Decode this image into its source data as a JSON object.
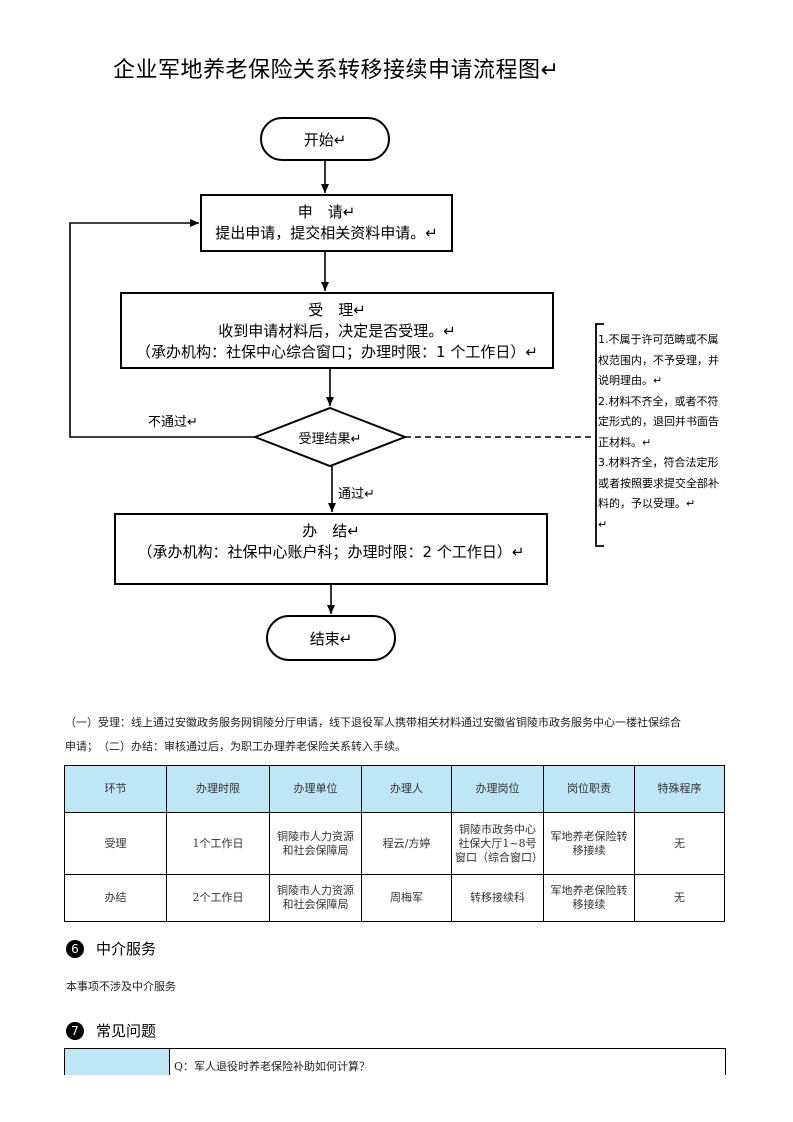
{
  "title": "企业军地养老保险关系转移接续申请流程图↵",
  "flow": {
    "start": "开始↵",
    "apply_title": "申　请↵",
    "apply_desc": "提出申请，提交相关资料申请。↵",
    "accept_title": "受　理↵",
    "accept_desc": "收到申请材料后，决定是否受理。↵",
    "accept_org": "（承办机构：社保中心综合窗口；办理时限：1 个工作日）↵",
    "decision": "受理结果↵",
    "fail_label": "不通过↵",
    "pass_label": "通过↵",
    "finish_title": "办　结↵",
    "finish_org": "（承办机构：社保中心账户科；办理时限：2 个工作日）↵",
    "end": "结束↵"
  },
  "side_note": [
    "1.不属于许可范畴或不属",
    "权范围内，不予受理，并",
    "说明理由。↵",
    "2.材料不齐全，或者不符",
    "定形式的，退回并书面告",
    "正材料。↵",
    "3.材料齐全，符合法定形",
    "或者按照要求提交全部补",
    "料的，予以受理。↵",
    "↵"
  ],
  "intro": [
    "（一）受理：线上通过安徽政务服务网铜陵分厅申请，线下退役军人携带相关材料通过安徽省铜陵市政务服务中心一楼社保综合",
    "申请；　（二）办结：审核通过后，为职工办理养老保险关系转入手续。"
  ],
  "process_table": {
    "headers": [
      "环节",
      "办理时限",
      "办理单位",
      "办理人",
      "办理岗位",
      "岗位职责",
      "特殊程序"
    ],
    "rows": [
      [
        "受理",
        "1个工作日",
        "铜陵市人力资源和社会保障局",
        "程云/方婷",
        "铜陵市政务中心社保大厅1~8号窗口（综合窗口）",
        "军地养老保险转移接续",
        "无"
      ],
      [
        "办结",
        "2个工作日",
        "铜陵市人力资源和社会保障局",
        "周梅军",
        "转移接续科",
        "军地养老保险转移接续",
        "无"
      ]
    ]
  },
  "section6": {
    "number": "6",
    "title": "中介服务",
    "text": "本事项不涉及中介服务"
  },
  "section7": {
    "number": "7",
    "title": "常见问题"
  },
  "faq": {
    "question": "Q：军人退役时养老保险补助如何计算？"
  },
  "colors": {
    "table_header_bg": "#bfe6f5"
  }
}
